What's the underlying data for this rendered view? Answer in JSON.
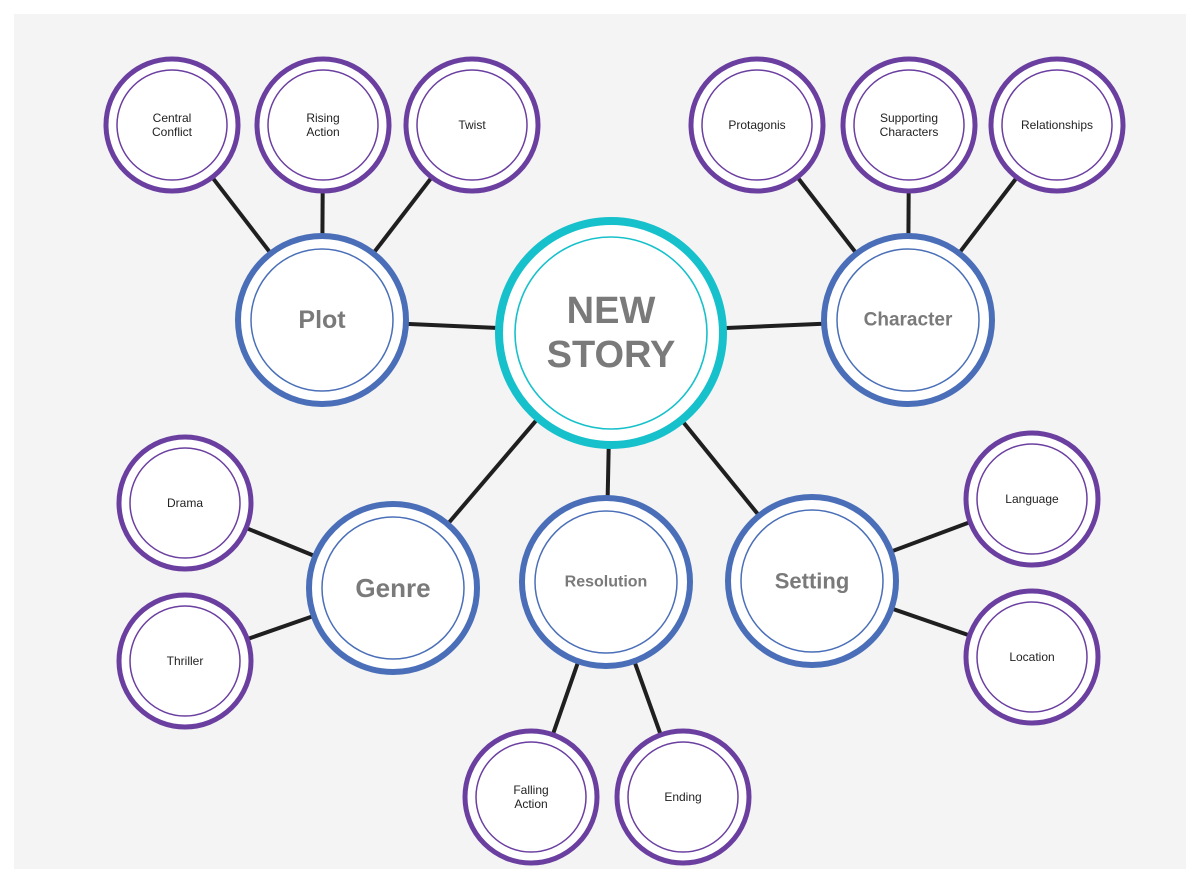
{
  "colors": {
    "center": "#17c1cb",
    "category": "#4a6fb8",
    "leaf": "#6b3fa0",
    "text": "#7a7a7a",
    "leaf_text": "#222222"
  },
  "center": {
    "lines": [
      "NEW",
      "STORY"
    ]
  },
  "categories": [
    {
      "key": "plot",
      "label": "Plot",
      "children": [
        {
          "key": "central-conflict",
          "lines": [
            "Central",
            "Conflict"
          ]
        },
        {
          "key": "rising-action",
          "lines": [
            "Rising",
            "Action"
          ]
        },
        {
          "key": "twist",
          "lines": [
            "Twist"
          ]
        }
      ]
    },
    {
      "key": "character",
      "label": "Character",
      "children": [
        {
          "key": "protagonis",
          "lines": [
            "Protagonis"
          ]
        },
        {
          "key": "supporting-characters",
          "lines": [
            "Supporting",
            "Characters"
          ]
        },
        {
          "key": "relationships",
          "lines": [
            "Relationships"
          ]
        }
      ]
    },
    {
      "key": "genre",
      "label": "Genre",
      "children": [
        {
          "key": "drama",
          "lines": [
            "Drama"
          ]
        },
        {
          "key": "thriller",
          "lines": [
            "Thriller"
          ]
        }
      ]
    },
    {
      "key": "resolution",
      "label": "Resolution",
      "children": [
        {
          "key": "falling-action",
          "lines": [
            "Falling",
            "Action"
          ]
        },
        {
          "key": "ending",
          "lines": [
            "Ending"
          ]
        }
      ]
    },
    {
      "key": "setting",
      "label": "Setting",
      "children": [
        {
          "key": "language",
          "lines": [
            "Language"
          ]
        },
        {
          "key": "location",
          "lines": [
            "Location"
          ]
        }
      ]
    }
  ]
}
